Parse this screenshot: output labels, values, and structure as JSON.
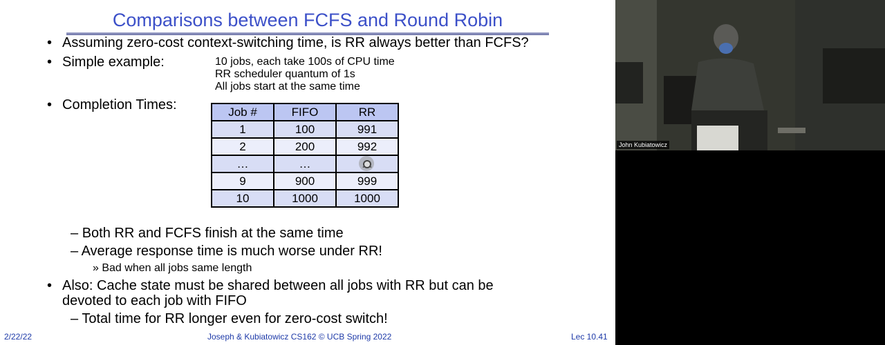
{
  "slide": {
    "title": "Comparisons between FCFS and Round Robin",
    "bullets": {
      "b1": "Assuming zero-cost context-switching time, is RR always better than FCFS?",
      "b2": "Simple example:",
      "b3": "Completion Times:",
      "b4_line1": "Also: Cache state must be shared between all jobs with RR but can be",
      "b4_line2": "devoted to each job with FIFO"
    },
    "example_lines": [
      "10 jobs, each take 100s of CPU time",
      "RR scheduler quantum of 1s",
      "All jobs start at the same time"
    ],
    "table": {
      "headers": [
        "Job #",
        "FIFO",
        "RR"
      ],
      "rows": [
        [
          "1",
          "100",
          "991"
        ],
        [
          "2",
          "200",
          "992"
        ],
        [
          "…",
          "…",
          "…"
        ],
        [
          "9",
          "900",
          "999"
        ],
        [
          "10",
          "1000",
          "1000"
        ]
      ]
    },
    "dashes": {
      "d1": "Both RR and FCFS finish at the same time",
      "d2": "Average response time is much worse under RR!",
      "d2_sub": "Bad when all jobs same length",
      "d3": "Total time for RR longer even for zero-cost switch!"
    },
    "footer": {
      "date": "2/22/22",
      "course": "Joseph & Kubiatowicz CS162 © UCB Spring 2022",
      "lec": "Lec 10.41"
    }
  },
  "video": {
    "speaker_name": "John Kubiatowicz"
  },
  "colors": {
    "title": "#3c50c8",
    "table_header": "#bcc6f2",
    "table_row": "#d8ddf5",
    "footer": "#1e3aa8"
  }
}
